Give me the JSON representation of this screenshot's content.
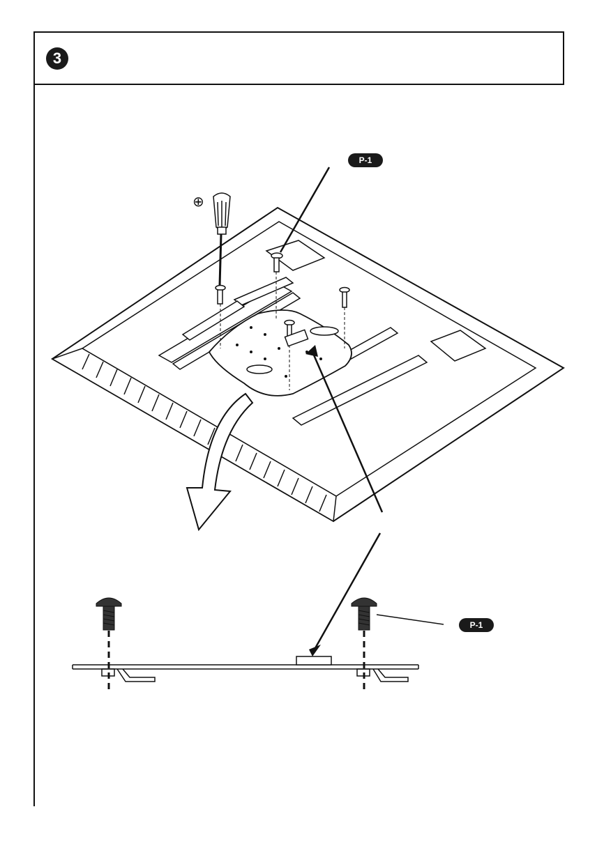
{
  "header": {
    "step_number": "3"
  },
  "callouts": {
    "top_part_label": "P-1",
    "bottom_part_label": "P-1",
    "screwdriver_symbol": "⊕"
  },
  "icons": {
    "screwdriver": "phillips-screwdriver-icon",
    "rotate_arrow": "curved-arrow-icon"
  },
  "colors": {
    "ink": "#111111",
    "badge": "#1a1a1a",
    "paper": "#ffffff"
  }
}
